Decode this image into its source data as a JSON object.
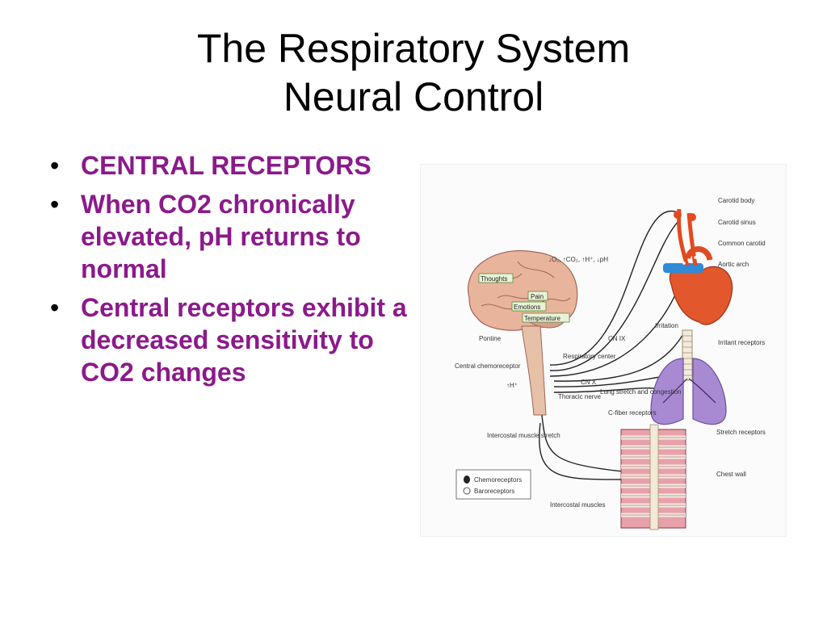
{
  "title": {
    "line1": "The Respiratory System",
    "line2": "Neural Control"
  },
  "bullets": [
    {
      "text": "CENTRAL RECEPTORS"
    },
    {
      "text": "When CO2 chronically elevated, pH returns to normal"
    },
    {
      "text": "Central receptors exhibit a decreased sensitivity to CO2 changes"
    }
  ],
  "figure": {
    "labels": {
      "carotid_body": "Carotid body",
      "carotid_sinus": "Carotid sinus",
      "common_carotid": "Common carotid",
      "aortic_arch": "Aortic arch",
      "stimuli": "↓O₂, ↑CO₂, ↑H⁺, ↓pH",
      "thoughts": "Thoughts",
      "pain": "Pain",
      "emotions": "Emotions",
      "temperature": "Temperature",
      "irritation": "Irritation",
      "cn_ix": "CN IX",
      "irritant_receptors": "Irritant receptors",
      "pontine": "Pontine",
      "respiratory_center": "Respiratory center",
      "central_chemoreceptor": "Central chemoreceptor",
      "cn_x": "CN X",
      "h_plus": "↑H⁺",
      "thoracic_nerve": "Thoracic nerve",
      "lung_stretch": "Lung stretch and congestion",
      "c_fiber": "C-fiber receptors",
      "intercostal_stretch": "Intercostal muscle stretch",
      "stretch_receptors": "Stretch receptors",
      "chest_wall": "Chest wall",
      "intercostal_muscles": "Intercostal muscles"
    },
    "legend": {
      "chemoreceptors": "Chemoreceptors",
      "baroreceptors": "Baroreceptors"
    }
  }
}
